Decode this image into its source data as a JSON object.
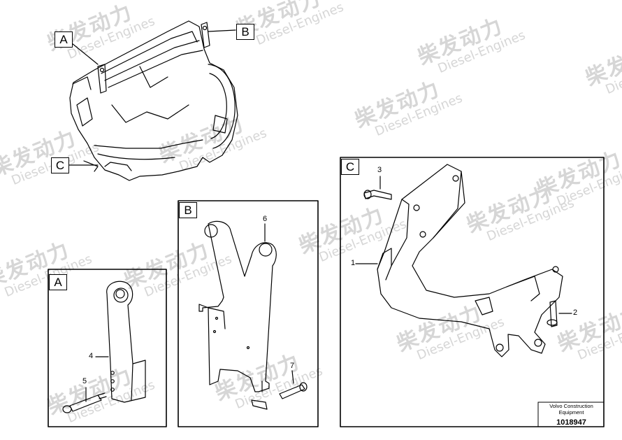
{
  "labels": {
    "view_a": "A",
    "view_b": "B",
    "view_c": "C"
  },
  "callouts": {
    "p1": "1",
    "p2": "2",
    "p3": "3",
    "p4": "4",
    "p5": "5",
    "p6": "6",
    "p7": "7"
  },
  "watermark": {
    "cn": "柴发动力",
    "en": "Diesel-Engines"
  },
  "footer": {
    "line1": "Volvo Construction",
    "line2": "Equipment",
    "number": "1018947"
  }
}
